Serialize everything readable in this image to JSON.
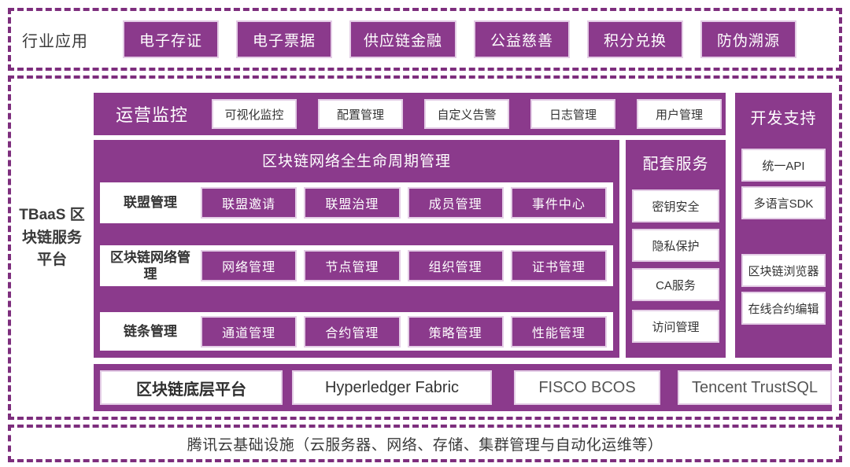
{
  "colors": {
    "purple": "#8b3a8c",
    "dash_border": "#7d2e7d",
    "dark_text": "#3a3a3a",
    "gray_text": "#555555"
  },
  "industry": {
    "label": "行业应用",
    "items": [
      "电子存证",
      "电子票据",
      "供应链金融",
      "公益慈善",
      "积分兑换",
      "防伪溯源"
    ]
  },
  "platform": {
    "name": "TBaaS",
    "subtitle": "区块链服务平台"
  },
  "ops": {
    "label": "运营监控",
    "items": [
      "可视化监控",
      "配置管理",
      "自定义告警",
      "日志管理",
      "用户管理"
    ]
  },
  "lifecycle": {
    "title": "区块链网络全生命周期管理",
    "rows": [
      {
        "label": "联盟管理",
        "items": [
          "联盟邀请",
          "联盟治理",
          "成员管理",
          "事件中心"
        ]
      },
      {
        "label": "区块链网络管理",
        "items": [
          "网络管理",
          "节点管理",
          "组织管理",
          "证书管理"
        ]
      },
      {
        "label": "链条管理",
        "items": [
          "通道管理",
          "合约管理",
          "策略管理",
          "性能管理"
        ]
      }
    ]
  },
  "services": {
    "label": "配套服务",
    "items": [
      "密钥安全",
      "隐私保护",
      "CA服务",
      "访问管理"
    ]
  },
  "dev": {
    "label": "开发支持",
    "items": [
      "统一API",
      "多语言SDK",
      "区块链浏览器",
      "在线合约编辑"
    ]
  },
  "base": {
    "label": "区块链底层平台",
    "items": [
      "Hyperledger Fabric",
      "FISCO BCOS",
      "Tencent TrustSQL"
    ]
  },
  "infra": {
    "label": "腾讯云基础设施（云服务器、网络、存储、集群管理与自动化运维等）"
  }
}
